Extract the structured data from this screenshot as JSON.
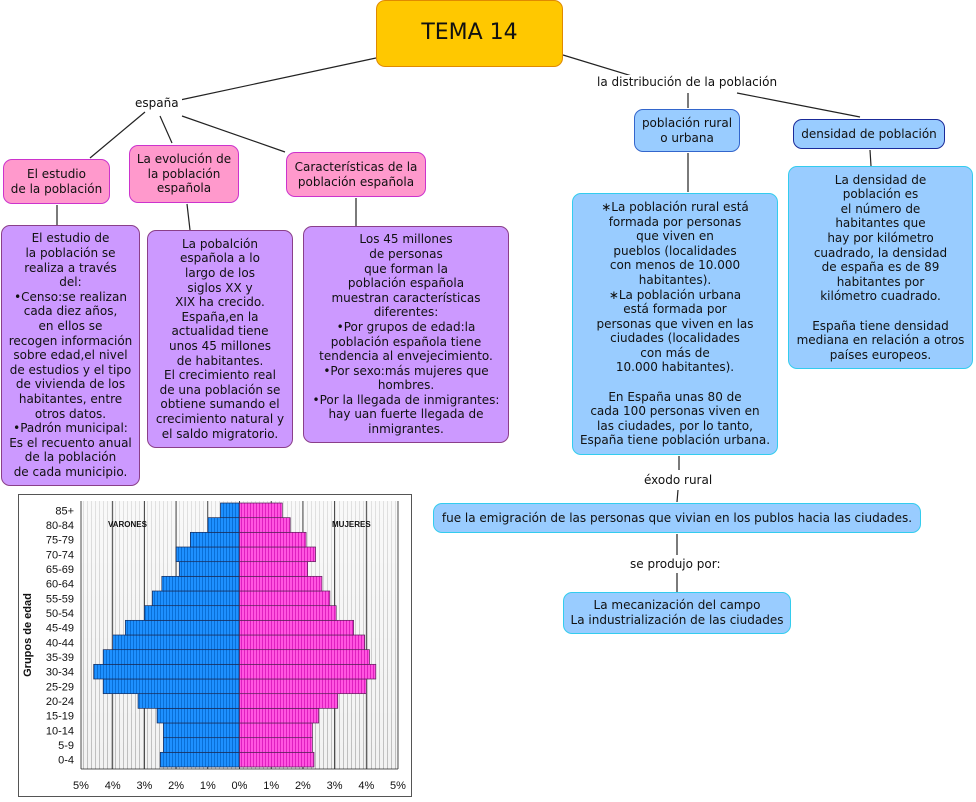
{
  "map": {
    "root": "TEMA 14",
    "left_branch": "españa",
    "right_branch": "la distribución de la población",
    "topics": {
      "estudio": "El estudio\nde la población",
      "evolucion": "La evolución de\nla población\nespañola",
      "caracteristicas": "Características de la\npoblación española",
      "rural_urbana": "población rural\no urbana",
      "densidad": "densidad de población"
    },
    "details": {
      "estudio": "El estudio de\nla población se\nrealiza a través\ndel:\n•Censo:se realizan\ncada diez años,\nen ellos se\nrecogen información\nsobre edad,el nivel\nde estudios y el tipo\nde vivienda de los\nhabitantes, entre\notros datos.\n•Padrón municipal:\nEs el recuento anual\nde la población\nde cada municipio.",
      "evolucion": "La pobalción\nespañola a lo\nlargo de los\nsiglos XX y\nXIX ha crecido.\nEspaña,en la\nactualidad tiene\nunos 45 millones\nde habitantes.\nEl crecimiento real\nde una población se\nobtiene sumando el\ncrecimiento natural y\nel saldo migratorio.",
      "caracteristicas": "Los 45 millones\nde personas\nque forman la\npoblación española\nmuestran características\ndiferentes:\n•Por grupos de edad:la\npoblación española tiene\ntendencia al envejecimiento.\n•Por sexo:más mujeres que\nhombres.\n•Por la llegada de inmigrantes:\nhay uan fuerte llegada de\ninmigrantes.",
      "rural_urbana": "∗La población rural está\nformada por personas\nque viven en\npueblos (localidades\ncon menos de 10.000\nhabitantes).\n∗La población urbana\nestá formada por\npersonas que viven en las\nciudades (localidades\ncon más de\n10.000 habitantes).\n\nEn España unas 80 de\ncada 100 personas viven en\nlas ciudades, por lo tanto,\nEspaña tiene población urbana.",
      "densidad": "La densidad de\npoblación es\nel número de\nhabitantes que\nhay por kilómetro\ncuadrado, la densidad\nde españa es de 89\nhabitantes por\nkilómetro cuadrado.\n\nEspaña tiene densidad\nmediana en relación a otros\npaíses europeos."
    },
    "link_exodo": "éxodo rural",
    "exodo": "fue la emigración de las personas que vivian en los publos hacia las ciudades.",
    "link_causas": "se produjo por:",
    "causas": "La mecanización del campo\nLa industrialización de las ciudades"
  },
  "colors": {
    "root": "#ffc800",
    "topic_pink": "#ff99cc",
    "detail_purple": "#cc99ff",
    "node_blue": "#99ccff",
    "male_bar": "#1e90ff",
    "female_bar": "#ff44dd"
  },
  "chart_data": {
    "type": "bar",
    "subtype": "population-pyramid",
    "ylabel": "Grupos de edad",
    "xlabel": "",
    "categories": [
      "0-4",
      "5-9",
      "10-14",
      "15-19",
      "20-24",
      "25-29",
      "30-34",
      "35-39",
      "40-44",
      "45-49",
      "50-54",
      "55-59",
      "60-64",
      "65-69",
      "70-74",
      "75-79",
      "80-84",
      "85+"
    ],
    "series": [
      {
        "name": "VARONES",
        "side": "left",
        "values": [
          2.5,
          2.4,
          2.4,
          2.6,
          3.2,
          4.3,
          4.6,
          4.3,
          4.0,
          3.6,
          3.0,
          2.75,
          2.45,
          1.9,
          2.0,
          1.55,
          1.0,
          0.6
        ]
      },
      {
        "name": "MUJERES",
        "side": "right",
        "values": [
          2.35,
          2.3,
          2.3,
          2.5,
          3.1,
          4.0,
          4.3,
          4.1,
          3.95,
          3.6,
          3.05,
          2.85,
          2.6,
          2.15,
          2.4,
          2.1,
          1.6,
          1.35
        ]
      }
    ],
    "xlim": [
      -5,
      5
    ],
    "xticks": [
      "5%",
      "4%",
      "3%",
      "2%",
      "1%",
      "0%",
      "1%",
      "2%",
      "3%",
      "4%",
      "5%"
    ],
    "grid": true,
    "legend": "top-left / top-right inline labels"
  }
}
